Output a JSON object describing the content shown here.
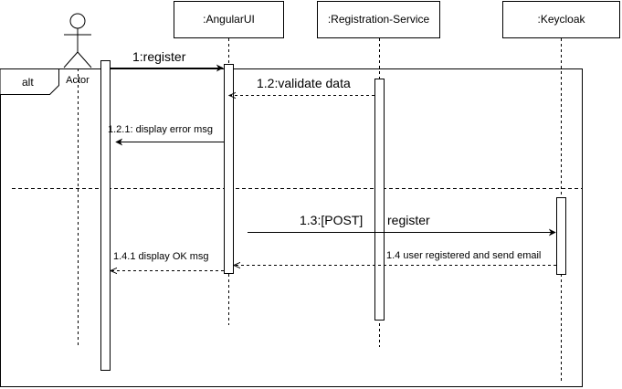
{
  "participants": {
    "actor": "Actor",
    "angular": ":AngularUI",
    "registration": ":Registration-Service",
    "keycloak": ":Keycloak"
  },
  "fragment": {
    "operator": "alt"
  },
  "messages": {
    "m1": "1:register",
    "m12": "1.2:validate data",
    "m121": "1.2.1: display error msg",
    "m13a": "1.3:[POST]",
    "m13b": "register",
    "m14": "1.4 user registered and send email",
    "m141": "1.4.1 display OK msg"
  }
}
